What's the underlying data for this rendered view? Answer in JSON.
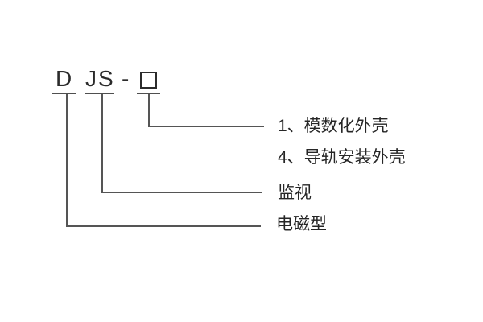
{
  "diagram": {
    "code": {
      "d": "D",
      "js": "JS",
      "separator": "-"
    },
    "icons": {
      "placeholder_box": "□"
    },
    "labels": {
      "box_options": [
        "1、模数化外壳",
        "4、导轨安装外壳"
      ],
      "js_meaning": "监视",
      "d_meaning": "电磁型"
    },
    "colors": {
      "background": "#ffffff",
      "line": "#555555",
      "text": "#2b2b2b"
    }
  }
}
